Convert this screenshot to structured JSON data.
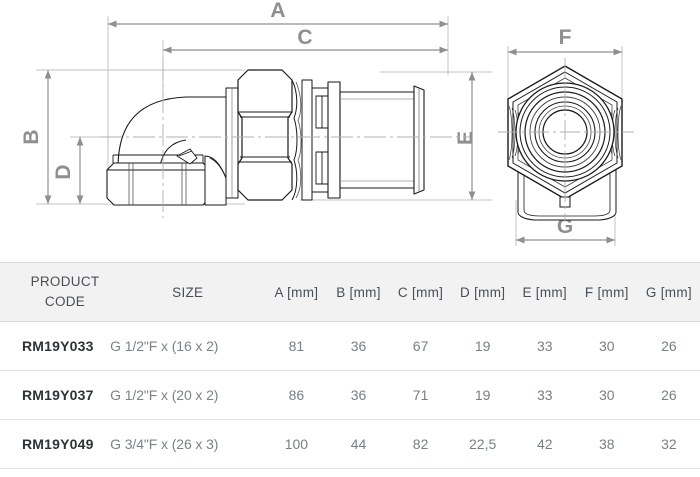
{
  "drawing": {
    "name": "elbow-compression-fitting-technical-drawing",
    "views": [
      {
        "name": "side-elevation-view",
        "label": ""
      },
      {
        "name": "end-front-view",
        "label": ""
      }
    ],
    "dimension_labels": {
      "A": "A",
      "B": "B",
      "C": "C",
      "D": "D",
      "E": "E",
      "F": "F",
      "G": "G"
    },
    "line_color": "#1a1a1a",
    "dimension_color": "#8d8f92",
    "centerline_color": "#b4b4b4"
  },
  "table": {
    "headers": {
      "product_code_line1": "PRODUCT",
      "product_code_line2": "CODE",
      "size": "SIZE",
      "dims": [
        "A [mm]",
        "B [mm]",
        "C [mm]",
        "D [mm]",
        "E [mm]",
        "F [mm]",
        "G [mm]"
      ]
    },
    "rows": [
      {
        "code": "RM19Y033",
        "size": "G 1/2\"F x (16 x 2)",
        "A": "81",
        "B": "36",
        "C": "67",
        "D": "19",
        "E": "33",
        "F": "30",
        "G": "26"
      },
      {
        "code": "RM19Y037",
        "size": "G 1/2\"F x (20 x 2)",
        "A": "86",
        "B": "36",
        "C": "71",
        "D": "19",
        "E": "33",
        "F": "30",
        "G": "26"
      },
      {
        "code": "RM19Y049",
        "size": "G 3/4\"F x (26 x 3)",
        "A": "100",
        "B": "44",
        "C": "82",
        "D": "22,5",
        "E": "42",
        "F": "38",
        "G": "32"
      }
    ],
    "header_bg": "#f2f2f2",
    "header_text_color": "#4a4f55",
    "code_color": "#2f3337",
    "value_color": "#7a7f85"
  }
}
